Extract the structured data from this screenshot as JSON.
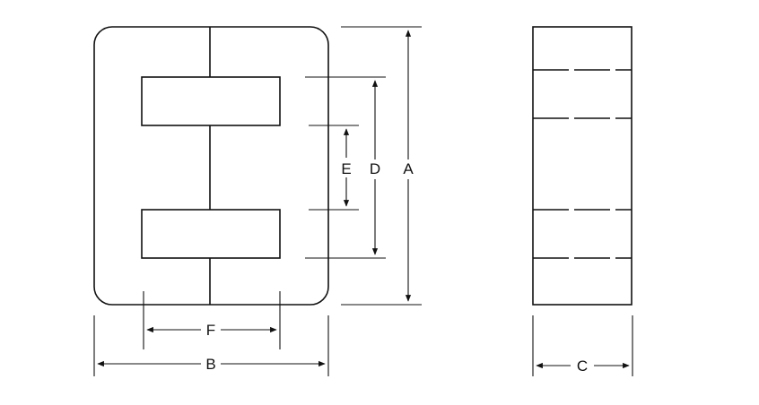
{
  "dimension_labels": {
    "A": "A",
    "B": "B",
    "C": "C",
    "D": "D",
    "E": "E",
    "F": "F"
  }
}
